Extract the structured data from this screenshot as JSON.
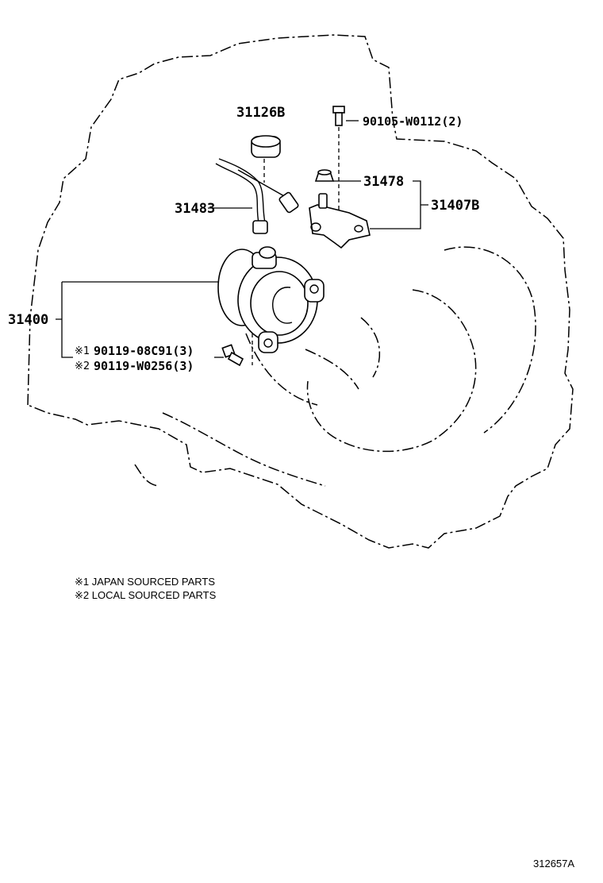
{
  "diagram": {
    "callouts": {
      "c31126b": "31126B",
      "c90105": "90105-W0112(2)",
      "c31478": "31478",
      "c31407b": "31407B",
      "c31483": "31483",
      "c31400": "31400",
      "c90119a": "90119-08C91(3)",
      "c90119b": "90119-W0256(3)"
    },
    "marks": {
      "m1": "※1",
      "m2": "※2"
    },
    "notes": [
      "※1 JAPAN SOURCED PARTS",
      "※2 LOCAL SOURCED PARTS"
    ],
    "reference": "312657A"
  }
}
